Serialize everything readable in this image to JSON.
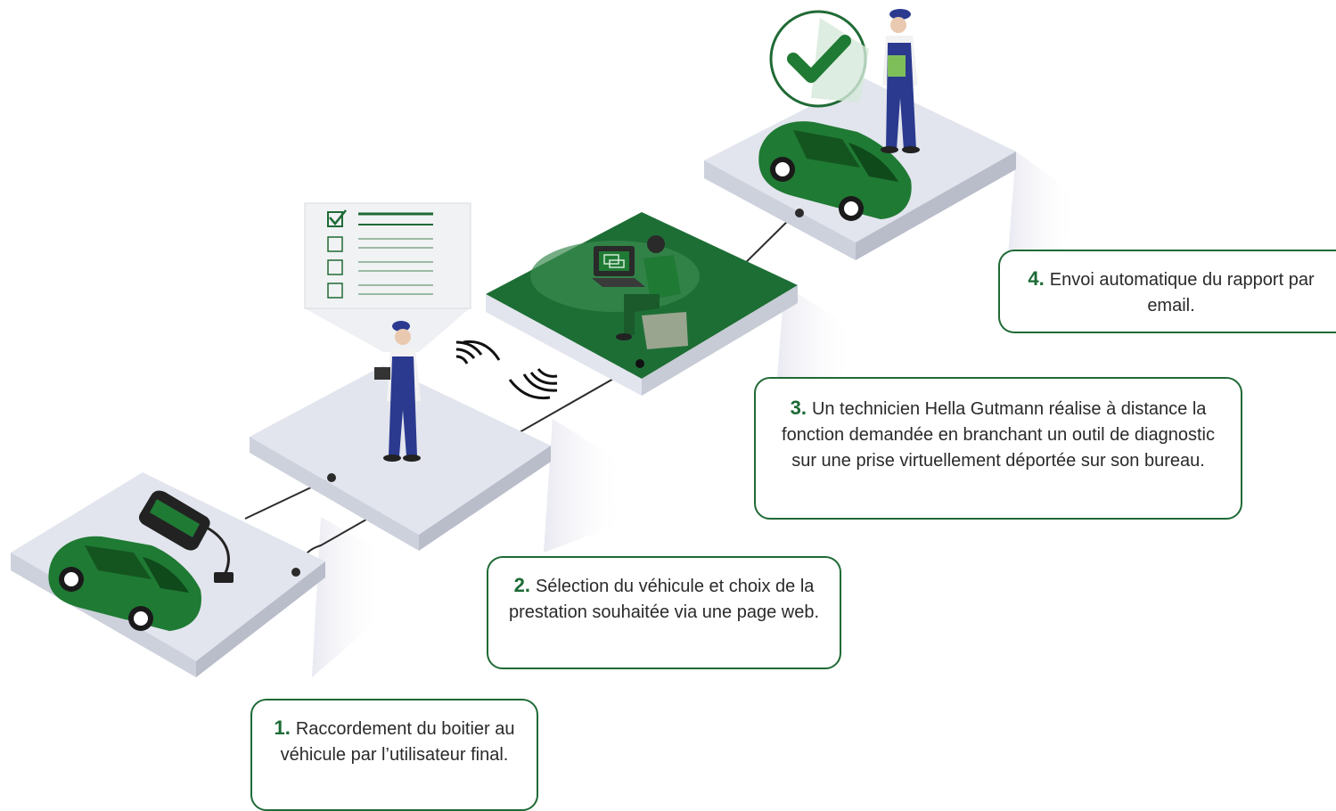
{
  "steps": [
    {
      "number": "1.",
      "text": "Raccordement du boitier au véhicule par l’utilisateur final."
    },
    {
      "number": "2.",
      "text": "Sélection du véhicule et choix de la prestation souhaitée via une page web."
    },
    {
      "number": "3.",
      "text": "Un technicien Hella Gutmann réalise à distance la fonction demandée en branchant un outil de diagnostic sur une prise virtuellement déportée sur son bureau."
    },
    {
      "number": "4.",
      "text": "Envoi automatique du rapport par email."
    }
  ],
  "colors": {
    "brand_green": "#1c6b35",
    "car_green": "#1f7a34",
    "platform_grey": "#dfe2ea",
    "platform_green": "#1d6e35",
    "worker_blue": "#2b3a8f"
  },
  "icons": [
    "car-icon",
    "obd-dongle-icon",
    "checklist-icon",
    "technician-icon",
    "wifi-signal-icon",
    "laptop-icon",
    "check-circle-icon",
    "inspector-icon"
  ]
}
